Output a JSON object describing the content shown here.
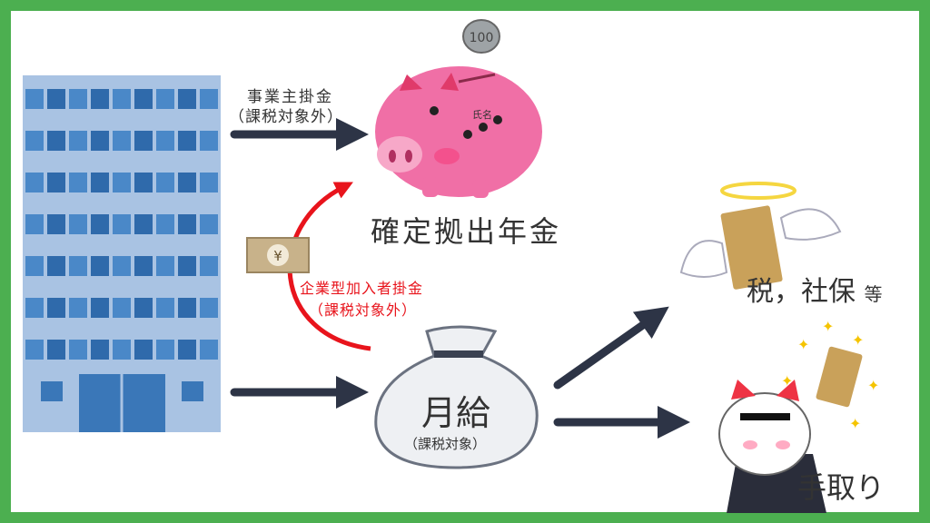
{
  "labels": {
    "employer_contribution": "事業主掛金",
    "employer_contribution_note": "（課税対象外）",
    "dc_pension": "確定拠出年金",
    "employee_contribution": "企業型加入者掛金",
    "employee_contribution_note": "（課税対象外）",
    "salary": "月給",
    "salary_note": "（課税対象）",
    "tax_social": "税，社保",
    "tax_social_suffix": "等",
    "take_home": "手取り",
    "piggy_name": "氏名",
    "coin": "100",
    "bill": "¥"
  },
  "colors": {
    "frame": "#4caf50",
    "arrow": "#2d3446",
    "red_arrow": "#e8141c",
    "building": "#3a77b8",
    "piggy": "#f06fa6"
  }
}
